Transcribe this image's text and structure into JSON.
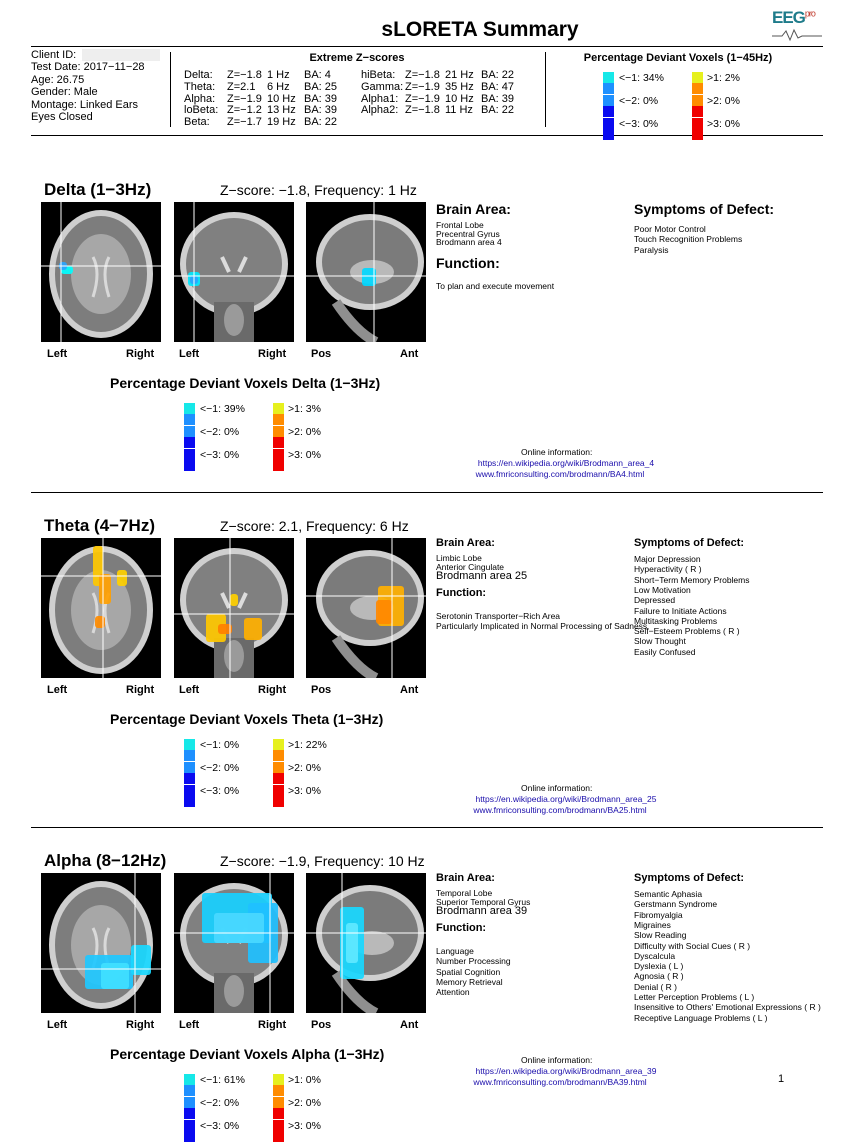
{
  "header": {
    "title": "sLORETA Summary",
    "logo": "EEG",
    "logo_sup": "pro",
    "client_id_label": "Client ID:",
    "test_date": "Test Date: 2017−11−28",
    "age": "Age: 26.75",
    "gender": "Gender: Male",
    "montage": "Montage: Linked Ears",
    "eyes": "Eyes Closed"
  },
  "extreme": {
    "title": "Extreme Z−scores",
    "left": [
      {
        "band": "Delta:",
        "z": "Z=−1.8",
        "hz": "1 Hz",
        "ba": "BA: 4"
      },
      {
        "band": "Theta:",
        "z": "Z=2.1",
        "hz": "6 Hz",
        "ba": "BA: 25"
      },
      {
        "band": "Alpha:",
        "z": "Z=−1.9",
        "hz": "10 Hz",
        "ba": "BA: 39"
      },
      {
        "band": "loBeta:",
        "z": "Z=−1.2",
        "hz": "13 Hz",
        "ba": "BA: 39"
      },
      {
        "band": "Beta:",
        "z": "Z=−1.7",
        "hz": "19 Hz",
        "ba": "BA: 22"
      }
    ],
    "right": [
      {
        "band": "hiBeta:",
        "z": "Z=−1.8",
        "hz": "21 Hz",
        "ba": "BA: 22"
      },
      {
        "band": "Gamma:",
        "z": "Z=−1.9",
        "hz": "35 Hz",
        "ba": "BA: 47"
      },
      {
        "band": "Alpha1:",
        "z": "Z=−1.9",
        "hz": "10 Hz",
        "ba": "BA: 39"
      },
      {
        "band": "Alpha2:",
        "z": "Z=−1.8",
        "hz": "11 Hz",
        "ba": "BA: 22"
      }
    ]
  },
  "overall_pct": {
    "title": "Percentage Deviant Voxels (1−45Hz)",
    "neg": [
      "<−1:  34%",
      "<−2:  0%",
      "<−3:  0%"
    ],
    "pos": [
      ">1:  2%",
      ">2:  0%",
      ">3:  0%"
    ]
  },
  "colors": {
    "neg1": "#16e8e8",
    "neg2": "#1e90ff",
    "neg3": "#0a0af0",
    "pos1": "#e6f01e",
    "pos2": "#ff8c00",
    "pos3": "#f00000"
  },
  "view_labels": {
    "left": "Left",
    "right": "Right",
    "pos": "Pos",
    "ant": "Ant"
  },
  "bands": [
    {
      "title": "Delta (1−3Hz)",
      "z": "Z−score: −1.8, Frequency: 1 Hz",
      "brain_area_h": "Brain Area:",
      "areas": [
        "Frontal Lobe",
        "Precentral Gyrus",
        "Brodmann area 4"
      ],
      "function_h": "Function:",
      "functions": [
        "To plan and execute movement"
      ],
      "symptoms_h": "Symptoms of Defect:",
      "symptoms": [
        "Poor Motor Control",
        "Touch Recognition Problems",
        "Paralysis"
      ],
      "pct_title": "Percentage Deviant Voxels Delta (1−3Hz)",
      "neg": [
        "<−1:  39%",
        "<−2:  0%",
        "<−3:  0%"
      ],
      "pos": [
        ">1:  3%",
        ">2:  0%",
        ">3:  0%"
      ],
      "online": "Online information:",
      "link1": "https://en.wikipedia.org/wiki/Brodmann_area_4",
      "link2": "www.fmriconsulting.com/brodmann/BA4.html"
    },
    {
      "title": "Theta (4−7Hz)",
      "z": "Z−score: 2.1, Frequency: 6 Hz",
      "brain_area_h": "Brain Area:",
      "areas": [
        "Limbic Lobe",
        "Anterior Cingulate",
        "Brodmann area 25"
      ],
      "function_h": "Function:",
      "functions": [
        "Serotonin Transporter−Rich Area",
        "Particularly Implicated in Normal Processing of Sadness"
      ],
      "symptoms_h": "Symptoms of Defect:",
      "symptoms": [
        "Major Depression",
        "Hyperactivity ( R )",
        "Short−Term Memory Problems",
        "Low Motivation",
        "Depressed",
        "Failure to Initiate Actions",
        "Multitasking Problems",
        "Self−Esteem Problems ( R )",
        "Slow Thought",
        "Easily Confused"
      ],
      "pct_title": "Percentage Deviant Voxels Theta (1−3Hz)",
      "neg": [
        "<−1:  0%",
        "<−2:  0%",
        "<−3:  0%"
      ],
      "pos": [
        ">1:  22%",
        ">2:  0%",
        ">3:  0%"
      ],
      "online": "Online information:",
      "link1": "https://en.wikipedia.org/wiki/Brodmann_area_25",
      "link2": "www.fmriconsulting.com/brodmann/BA25.html"
    },
    {
      "title": "Alpha (8−12Hz)",
      "z": "Z−score: −1.9, Frequency: 10 Hz",
      "brain_area_h": "Brain Area:",
      "areas": [
        "Temporal Lobe",
        "Superior Temporal Gyrus",
        "Brodmann area 39"
      ],
      "function_h": "Function:",
      "functions": [
        "Language",
        "Number Processing",
        "Spatial Cognition",
        "Memory Retrieval",
        "Attention"
      ],
      "symptoms_h": "Symptoms of Defect:",
      "symptoms": [
        "Semantic Aphasia",
        "Gerstmann Syndrome",
        "Fibromyalgia",
        "Migraines",
        "Slow Reading",
        "Difficulty with Social Cues ( R )",
        "Dyscalcula",
        "Dyslexia ( L )",
        "Agnosia ( R )",
        "Denial ( R )",
        "Letter Perception Problems ( L )",
        "Insensitive to Others' Emotional Expressions ( R )",
        "Receptive Language Problems ( L )"
      ],
      "pct_title": "Percentage Deviant Voxels Alpha (1−3Hz)",
      "neg": [
        "<−1:  61%",
        "<−2:  0%",
        "<−3:  0%"
      ],
      "pos": [
        ">1:  0%",
        ">2:  0%",
        ">3:  0%"
      ],
      "online": "Online information:",
      "link1": "https://en.wikipedia.org/wiki/Brodmann_area_39",
      "link2": "www.fmriconsulting.com/brodmann/BA39.html"
    }
  ],
  "page_number": "1"
}
